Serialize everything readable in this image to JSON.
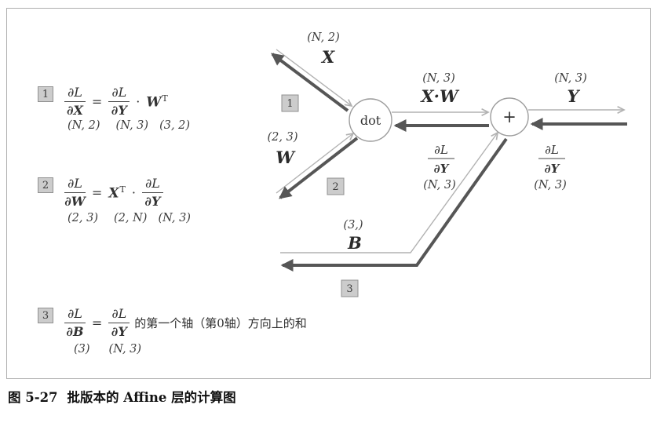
{
  "figure": {
    "caption_label": "图 5-27",
    "caption_text": "批版本的 Affine 层的计算图"
  },
  "formulas": [
    {
      "num": "1",
      "lhs_n": "∂L",
      "lhs_d": "∂X",
      "eq": "=",
      "rhs_n": "∂L",
      "rhs_d": "∂Y",
      "dot": "·",
      "tail_base": "W",
      "tail_sup": "T",
      "shapes": [
        "(N, 2)",
        "(N, 3)",
        "(3, 2)"
      ]
    },
    {
      "num": "2",
      "lhs_n": "∂L",
      "lhs_d": "∂W",
      "eq": "=",
      "head_base": "X",
      "head_sup": "T",
      "dot": "·",
      "rhs_n": "∂L",
      "rhs_d": "∂Y",
      "shapes": [
        "(2, 3)",
        "(2, N)",
        "(N, 3)"
      ]
    },
    {
      "num": "3",
      "lhs_n": "∂L",
      "lhs_d": "∂B",
      "eq": "=",
      "rhs_n": "∂L",
      "rhs_d": "∂Y",
      "suffix": "的第一个轴（第0轴）方向上的和",
      "shapes": [
        "(3)",
        "(N, 3)"
      ]
    }
  ],
  "graph": {
    "dot_node": "dot",
    "plus_node": "+",
    "x_shape": "(N, 2)",
    "x_var": "X",
    "w_shape": "(2, 3)",
    "w_var": "W",
    "xw_shape": "(N, 3)",
    "xw_var": "X·W",
    "y_shape": "(N, 3)",
    "y_var": "Y",
    "b_shape": "(3,)",
    "b_var": "B",
    "grad_n": "∂L",
    "grad_d": "∂Y",
    "grad_left_shape": "(N, 3)",
    "grad_right_shape": "(N, 3)",
    "tag1": "1",
    "tag2": "2",
    "tag3": "3"
  }
}
